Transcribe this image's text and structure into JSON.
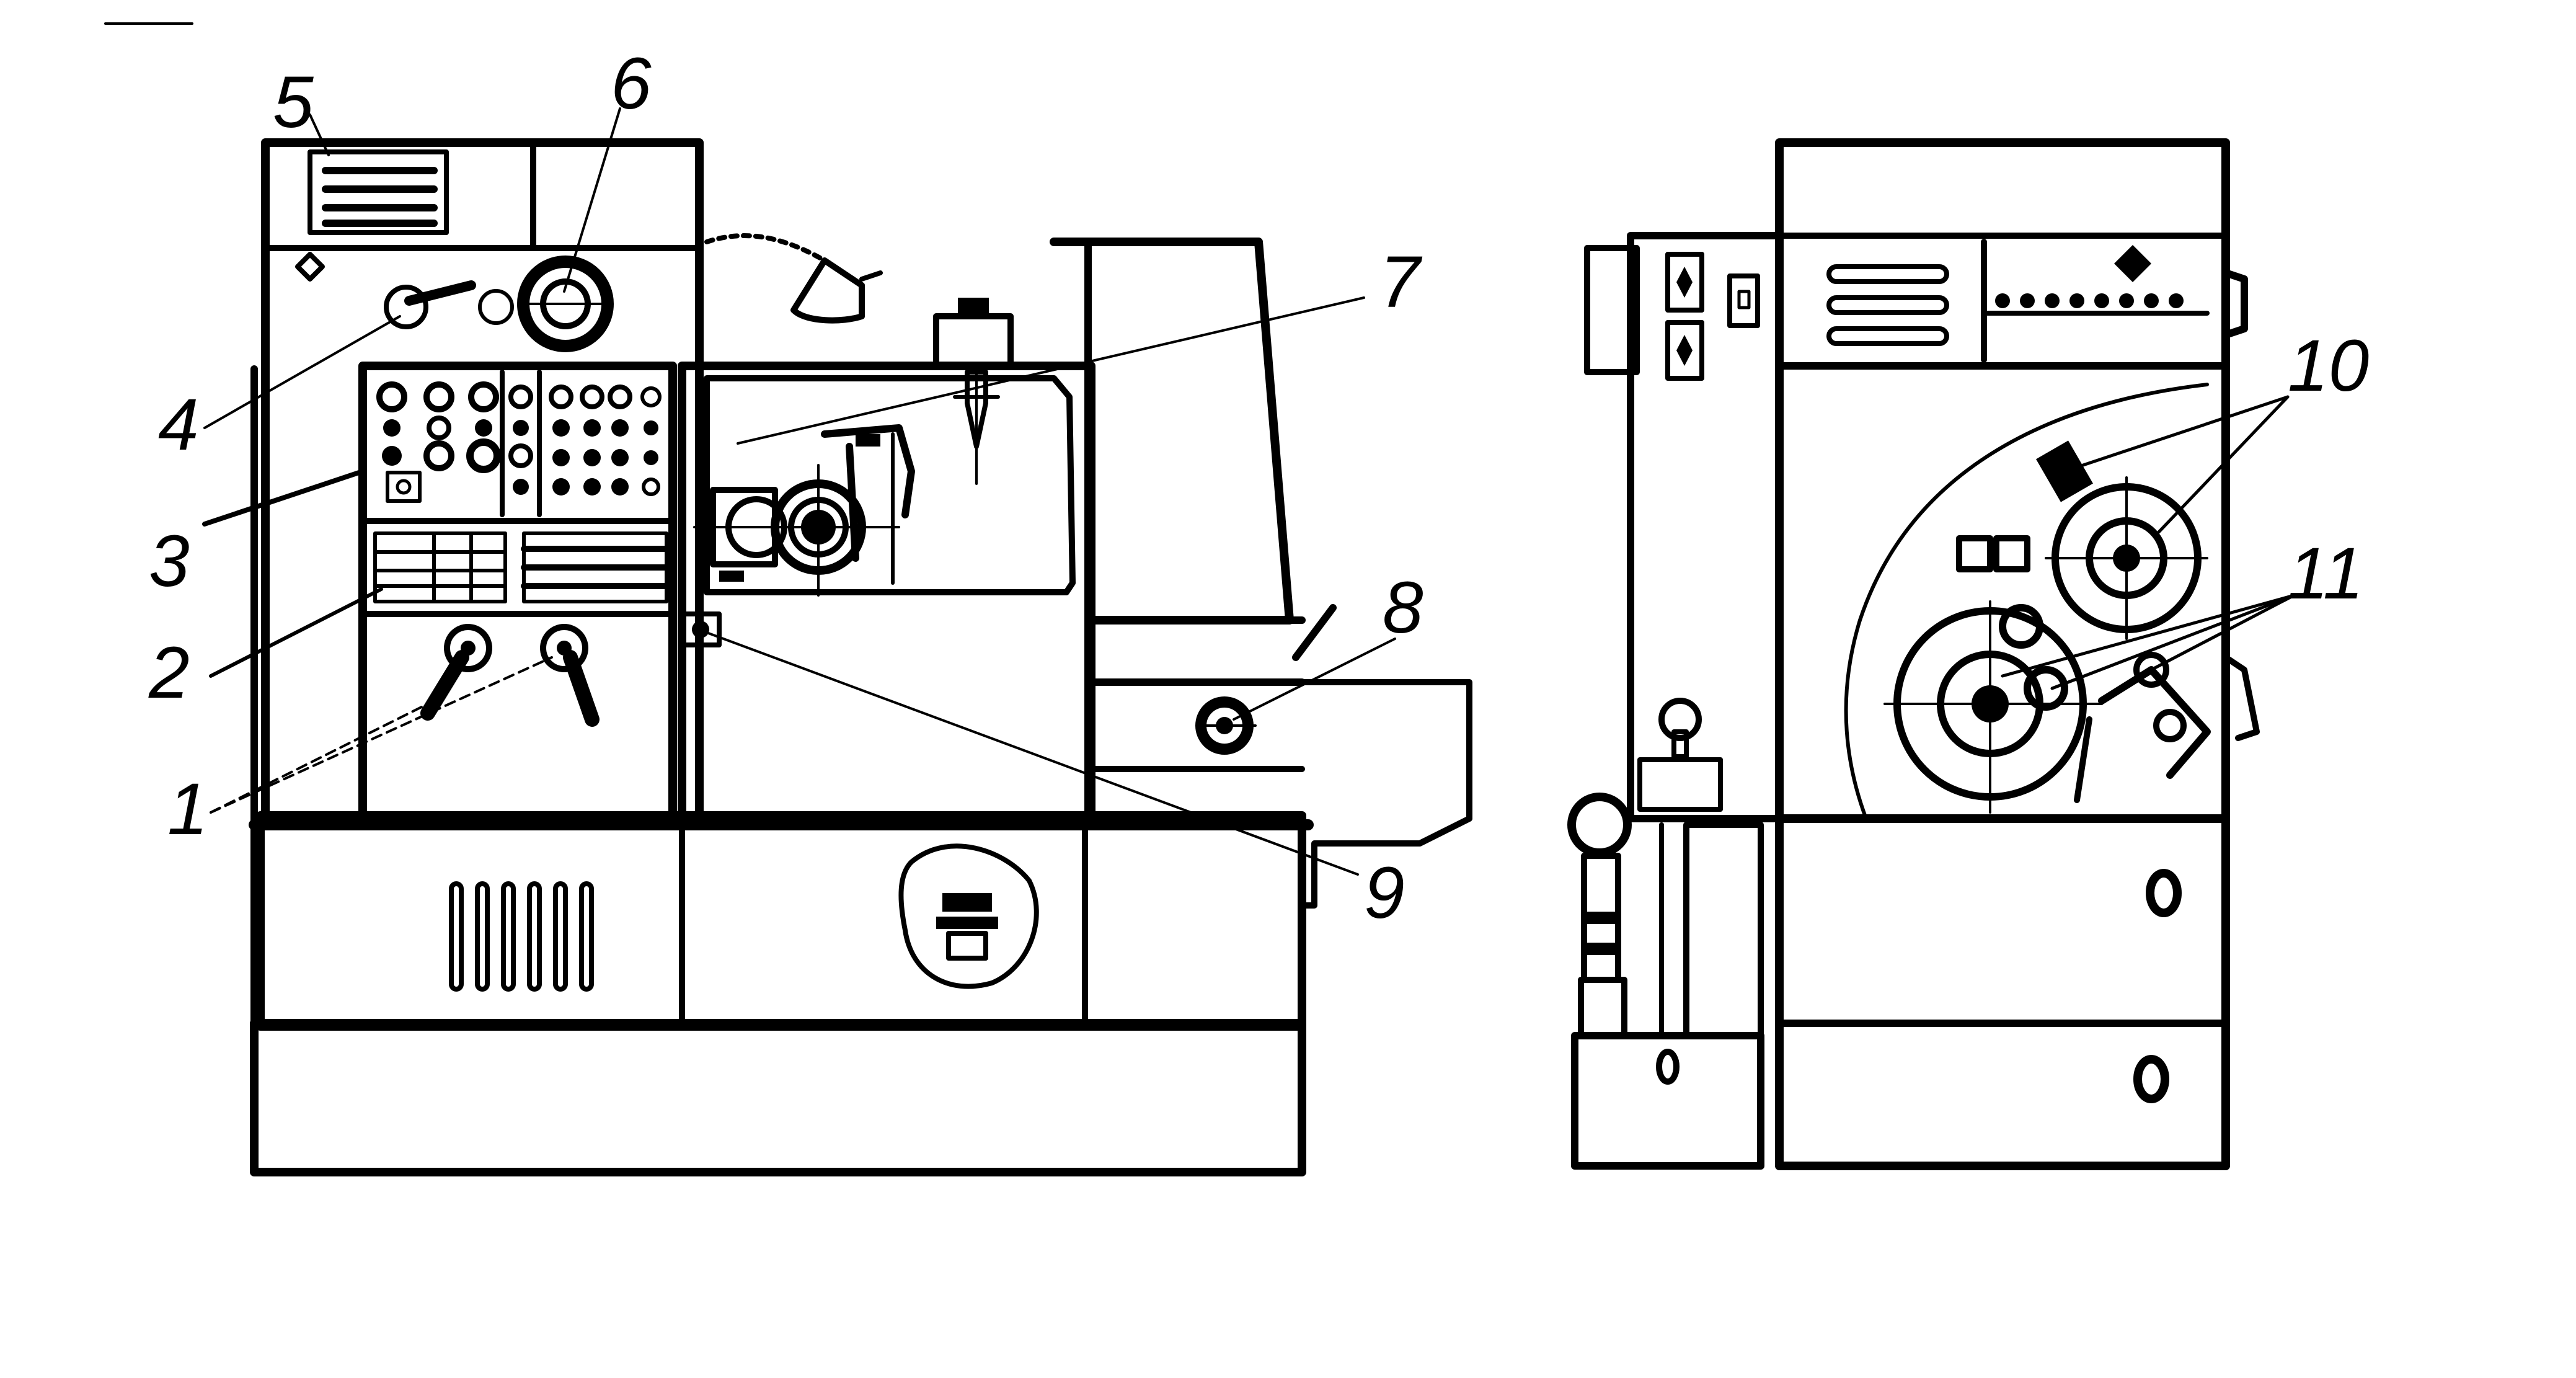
{
  "colors": {
    "ink": "#000000",
    "paper": "#ffffff"
  },
  "callouts": [
    {
      "label": "1"
    },
    {
      "label": "2"
    },
    {
      "label": "3"
    },
    {
      "label": "4"
    },
    {
      "label": "5"
    },
    {
      "label": "6"
    },
    {
      "label": "7"
    },
    {
      "label": "8"
    },
    {
      "label": "9"
    },
    {
      "label": "10"
    },
    {
      "label": "11"
    }
  ]
}
